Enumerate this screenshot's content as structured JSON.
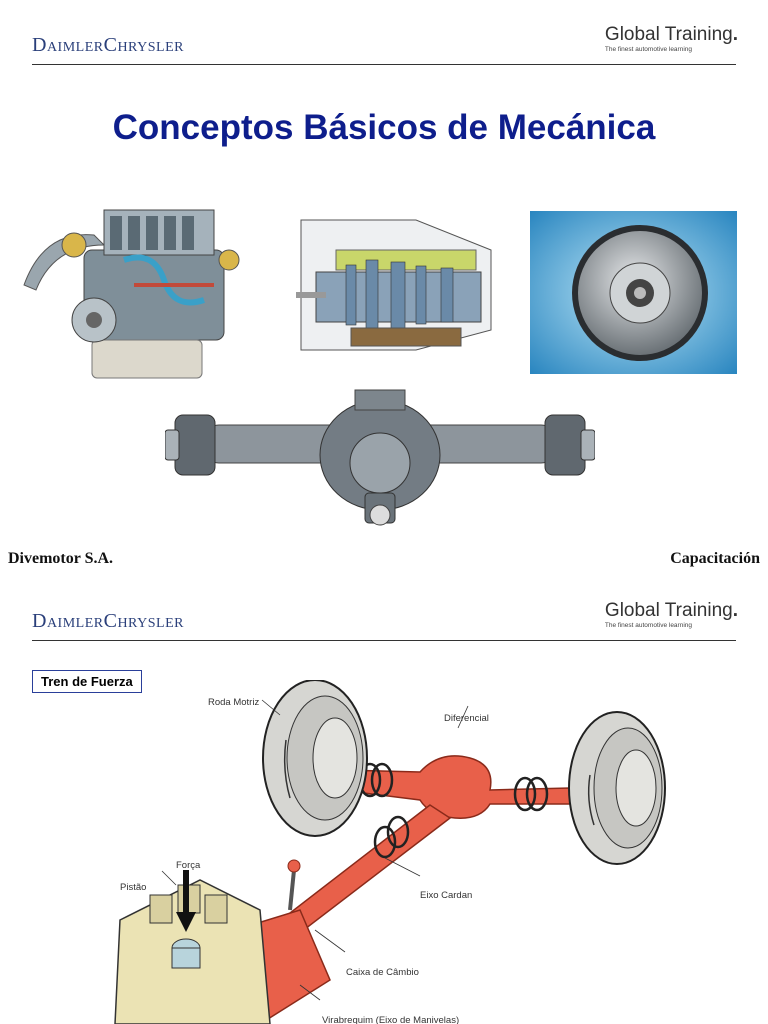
{
  "slide1": {
    "brand": "DaimlerChrysler",
    "global_training": "Global Training",
    "global_training_dot": ".",
    "tagline": "The finest automotive learning",
    "title": "Conceptos Básicos de Mecánica",
    "footer_left": "Divemotor S.A.",
    "footer_right": "Capacitación"
  },
  "slide2": {
    "brand": "DaimlerChrysler",
    "global_training": "Global Training",
    "global_training_dot": ".",
    "tagline": "The finest automotive learning",
    "section_tag": "Tren de Fuerza",
    "labels": {
      "roda_motriz": "Roda Motriz",
      "diferencial": "Diferencial",
      "forca": "Força",
      "pistao": "Pistão",
      "eixo_cardan": "Eixo Cardan",
      "caixa_cambio": "Caixa de Câmbio",
      "virabrequim": "Virabrequim (Eixo de Manivelas)"
    }
  },
  "colors": {
    "title_blue": "#0e1e8c",
    "brand_blue": "#2a3f7a",
    "drivetrain_red": "#e8604a"
  }
}
